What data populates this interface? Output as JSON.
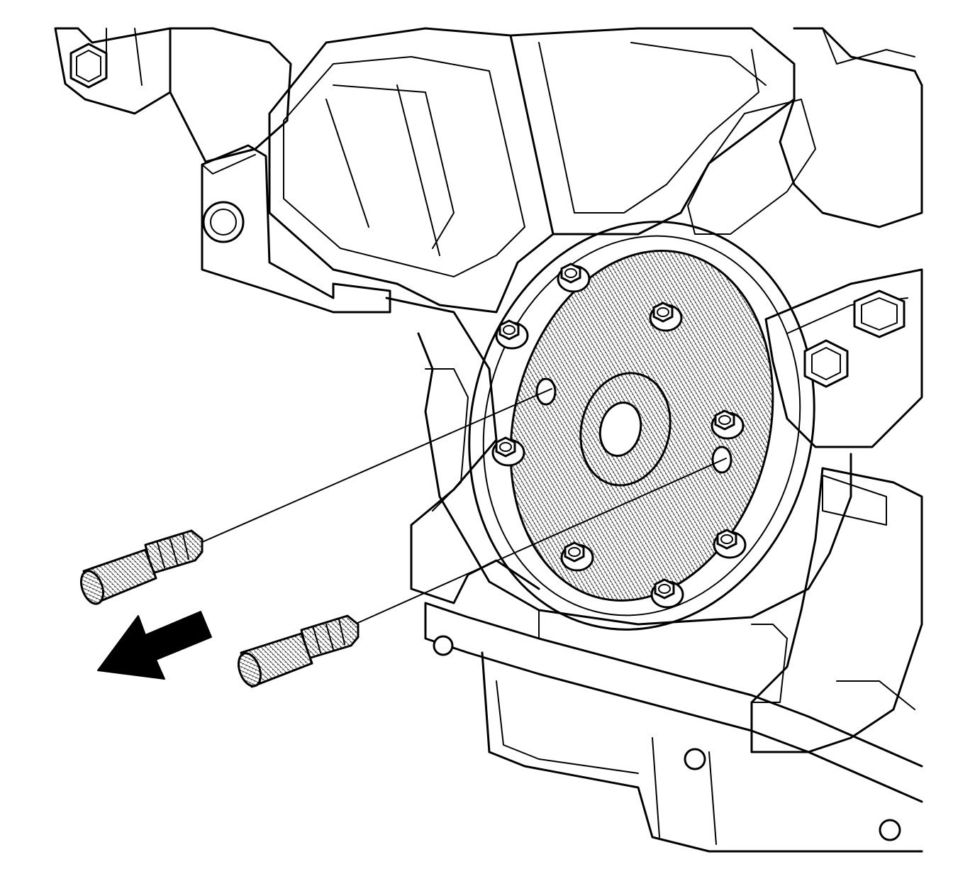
{
  "diagram": {
    "kind": "technical-line-illustration",
    "subject": "engine-rear-crankshaft-flange-with-pilot-studs",
    "colors": {
      "line": "#000000",
      "background": "#ffffff",
      "shade_fill": "#bdbdbd"
    },
    "parts": [
      {
        "id": "engine-block",
        "icon": "engine-block-outline"
      },
      {
        "id": "crankshaft-flange",
        "icon": "hatched-disc"
      },
      {
        "id": "flange-bolts",
        "count": 8
      },
      {
        "id": "guide-stud-pins",
        "count": 2
      },
      {
        "id": "oil-pan",
        "icon": "oil-pan-outline"
      }
    ],
    "direction_arrow": {
      "meaning": "removal-direction",
      "points": "lower-left"
    }
  }
}
